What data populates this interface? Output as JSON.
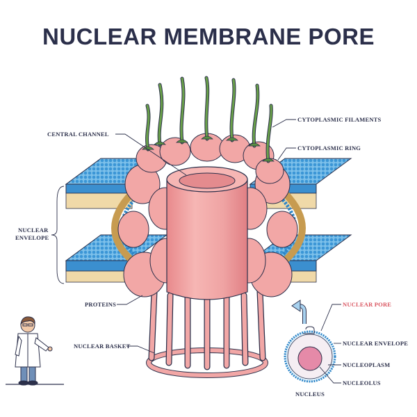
{
  "title": "NUCLEAR MEMBRANE PORE",
  "labels": {
    "central_channel": "CENTRAL CHANNEL",
    "cytoplasmic_filaments": "CYTOPLASMIC FILAMENTS",
    "cytoplasmic_ring": "CYTOPLASMIC RING",
    "nuclear_envelope_line1": "NUCLEAR",
    "nuclear_envelope_line2": "ENVELOPE",
    "proteins": "PROTEINS",
    "nuclear_basket": "NUCLEAR BASKET",
    "nuclear_pore": "NUCLEAR PORE",
    "nuclear_envelope_small": "NUCLEAR ENVELOPE",
    "nucleoplasm": "NUCLEOPLASM",
    "nucleolus": "NUCLEOLUS",
    "nucleus": "NUCLEUS"
  },
  "colors": {
    "title": "#2b2f4a",
    "protein_pink": "#f2a7a6",
    "protein_pink_dark": "#e38a8c",
    "filament_green": "#6aa14a",
    "membrane_blue": "#4fa6de",
    "lipid_head_blue": "#2e86c8",
    "lipid_tail": "#e8c98a",
    "highlight_red": "#d95560",
    "nucleolus_pink": "#e58aa8"
  }
}
